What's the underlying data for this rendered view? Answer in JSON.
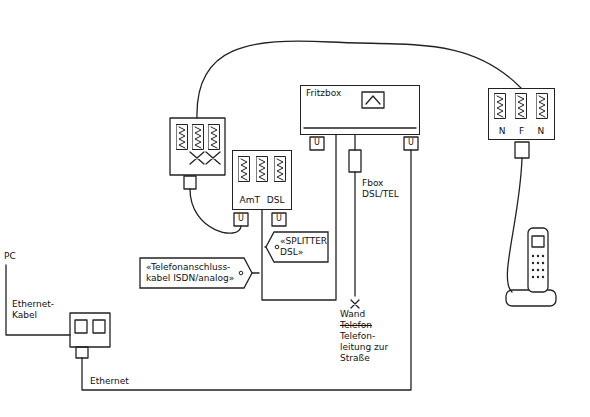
{
  "diagram": {
    "nodes": [
      {
        "text": [
          "Fritzbox"
        ]
      },
      {
        "text": [
          "AmT",
          "DSL"
        ]
      },
      {
        "text": [
          "N",
          "F",
          "N"
        ]
      },
      {
        "text": [
          "«Telefonanschluss- kabel ISDN/analog»"
        ]
      },
      {
        "text": [
          "«SPLITTER DSL»"
        ]
      }
    ],
    "edges": [
      {
        "from": 1,
        "to": 0,
        "arrow": "none"
      }
    ],
    "labels": [
      "PC",
      "Ethernet- Kabel",
      "Ethernet",
      "Fbox DSL/TEL",
      "Wand",
      "Telefon",
      "Telefon- leitung zur Straße",
      "U",
      "U",
      "U",
      "U"
    ]
  }
}
